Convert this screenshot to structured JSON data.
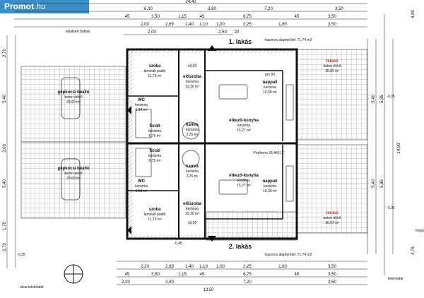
{
  "watermark": {
    "brand": "Promot",
    "suffix": ".hu"
  },
  "top_dims": {
    "overall": "24,40",
    "row1": [
      "6,30",
      "3,80",
      "7,20",
      "3,50"
    ],
    "row2": [
      "45",
      "3,50",
      "1,15",
      "45",
      "6,75",
      "45",
      "3,50"
    ],
    "row3": [
      "2,00",
      "2,69",
      "1,40",
      "1,10",
      "1,00",
      "2,25",
      "1,80",
      "3,50"
    ],
    "row4": [
      "2,00",
      "2,50",
      "20"
    ]
  },
  "bottom_dims": {
    "row1": [
      "2,20",
      "2,69",
      "1,40",
      "1,10",
      "1,00",
      "2,25",
      "1,80",
      "3,50"
    ],
    "row2": [
      "45",
      "3,50",
      "1,15",
      "45",
      "6,75",
      "45",
      "3,50"
    ],
    "row3": [
      "2,00",
      "3,80",
      "7,20",
      "3,50"
    ],
    "row4": [
      "13,50"
    ]
  },
  "left_dims": [
    "2,70",
    "5,40",
    "5,40",
    "1,70",
    "2,00",
    "2,70"
  ],
  "right_dims": [
    "5,40",
    "5,40",
    "5,85",
    "5,85",
    "14,90",
    "4,78",
    "4,89"
  ],
  "units": {
    "upper": "1. lakás",
    "lower": "2. lakás"
  },
  "area_upper": "hasznos alapterület: 71,74 m2",
  "area_lower": "hasznos alapterület: 71,74 m2",
  "boundaries": {
    "side": "oldalkert határa",
    "street": "utcai telekhatár",
    "plot": "telekhatár",
    "back": "megk"
  },
  "levels": {
    "minus005": "-0,05",
    "minus045": "-0,45",
    "minus035": "-0,35",
    "zero": "±0,00"
  },
  "misc": {
    "sill": "pm 80",
    "prostherm": "Protherm 28 AKU Z"
  },
  "rooms": [
    {
      "name": "szoba",
      "floor": "laminált padló",
      "area": "11,73 m²"
    },
    {
      "name": "előszoba",
      "floor": "kerámia",
      "area": "13,30 m²"
    },
    {
      "name": "WC",
      "floor": "kerámia",
      "area": "1,98 m²"
    },
    {
      "name": "fürdő",
      "floor": "kerámia",
      "area": "5,75 m²"
    },
    {
      "name": "kamra",
      "floor": "kerámia",
      "area": "2,25 m²"
    },
    {
      "name": "étkező-konyha",
      "floor": "kerámia",
      "area": "15,27 m²"
    },
    {
      "name": "nappali",
      "floor": "kerámia",
      "area": "10,39 m²"
    },
    {
      "name": "terasz",
      "floor": "beton térkő",
      "area": "35,99 m²"
    },
    {
      "name": "gépkocsi beálló",
      "floor": "beton térkő",
      "area": "29,60 m²"
    },
    {
      "name": "gépkocsi beálló",
      "floor": "beton térkő",
      "area": "29,60 m²"
    },
    {
      "name": "fürdő",
      "floor": "kerámia",
      "area": "6,75 m²"
    },
    {
      "name": "WC",
      "floor": "kerámia",
      "area": "1,98 m²"
    },
    {
      "name": "kamra",
      "floor": "kerámia",
      "area": "2,25 m²"
    },
    {
      "name": "étkező-konyha",
      "floor": "kerámia",
      "area": "15,27 m²"
    },
    {
      "name": "nappali",
      "floor": "kerámia",
      "area": "19,39 m²"
    },
    {
      "name": "szoba",
      "floor": "laminált padló",
      "area": "11,73 m²"
    },
    {
      "name": "előszoba",
      "floor": "kerámia",
      "area": "15,30 m²"
    },
    {
      "name": "terasz",
      "floor": "beton térkő",
      "area": "36,03 m²"
    }
  ]
}
